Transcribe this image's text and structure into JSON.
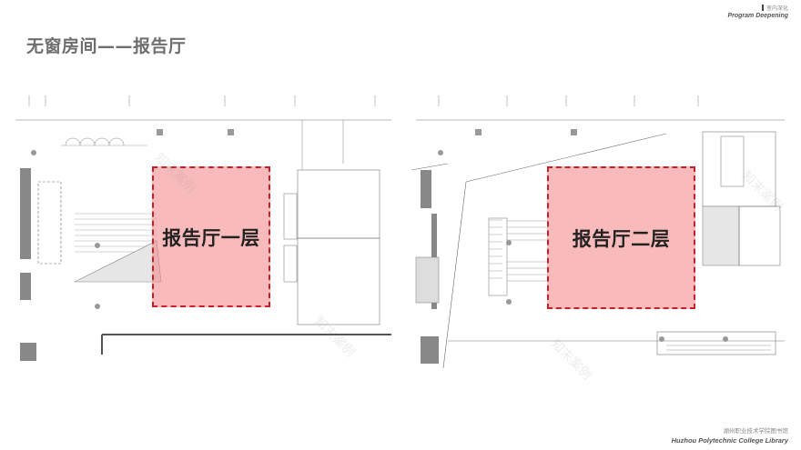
{
  "header": {
    "section_cn": "室内深化",
    "section_en": "Program Deepening"
  },
  "page": {
    "title": "无窗房间——报告厅"
  },
  "plans": [
    {
      "label": "报告厅一层",
      "highlight_color": "#f28282",
      "border_color": "#c8202a"
    },
    {
      "label": "报告厅二层",
      "highlight_color": "#f28282",
      "border_color": "#c8202a"
    }
  ],
  "footer": {
    "project_cn": "湖州职业技术学院图书馆",
    "project_en": "Huzhou Polytechnic College Library"
  },
  "watermark": "知末案例"
}
